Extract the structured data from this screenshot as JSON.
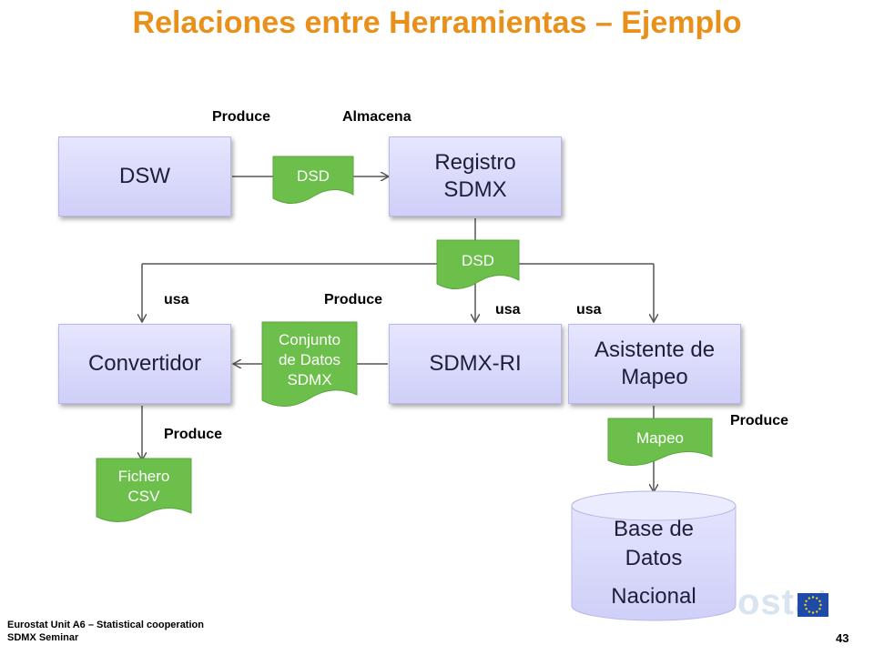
{
  "title": "Relaciones entre Herramientas – Ejemplo",
  "nodes": {
    "dsw": "DSW",
    "registro": [
      "Registro",
      "SDMX"
    ],
    "convertidor": "Convertidor",
    "sdmx_ri": "SDMX-RI",
    "asistente": [
      "Asistente de",
      "Mapeo"
    ],
    "base_datos": [
      "Base de",
      "Datos",
      "Nacional"
    ]
  },
  "documents": {
    "dsd_top": "DSD",
    "dsd_mid": "DSD",
    "conjunto": [
      "Conjunto",
      "de Datos",
      "SDMX"
    ],
    "fichero": [
      "Fichero",
      "CSV"
    ],
    "mapeo": "Mapeo"
  },
  "labels": {
    "produce_top": "Produce",
    "almacena": "Almacena",
    "usa_left": "usa",
    "produce_mid": "Produce",
    "usa_ri": "usa",
    "usa_asistente": "usa",
    "produce_convertidor": "Produce",
    "produce_asistente": "Produce"
  },
  "footer": {
    "line1": "Eurostat Unit A6 – Statistical cooperation",
    "line2": "SDMX Seminar"
  },
  "page_number": "43",
  "colors": {
    "title": "#e8901a",
    "box_fill": "#d8d8fa",
    "doc_fill": "#6cbf4a",
    "connector": "#555555"
  }
}
